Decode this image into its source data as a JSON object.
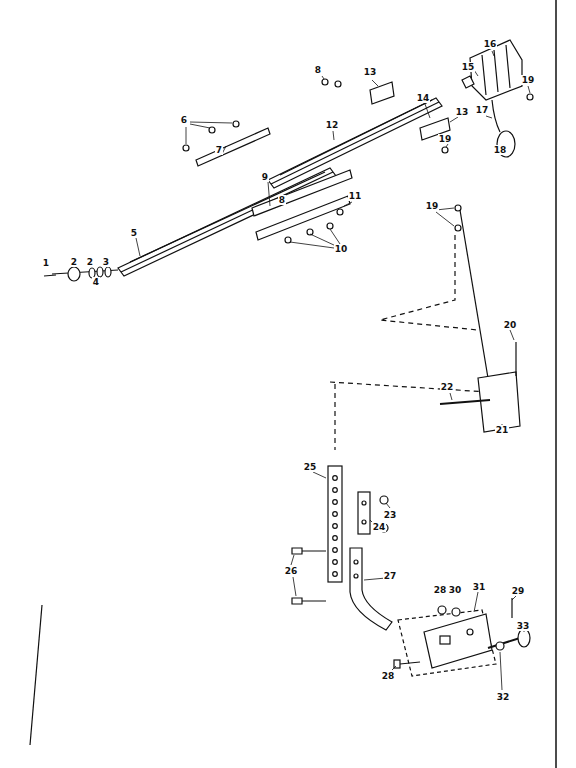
{
  "diagram": {
    "labels": [
      "8",
      "13",
      "15",
      "16",
      "19",
      "14",
      "13",
      "17",
      "19",
      "18",
      "6",
      "7",
      "12",
      "9",
      "8",
      "11",
      "10",
      "5",
      "1",
      "2",
      "2",
      "3",
      "4",
      "19",
      "20",
      "22",
      "21",
      "25",
      "24",
      "23",
      "26",
      "27",
      "28",
      "30",
      "31",
      "29",
      "33",
      "32",
      "28"
    ]
  }
}
